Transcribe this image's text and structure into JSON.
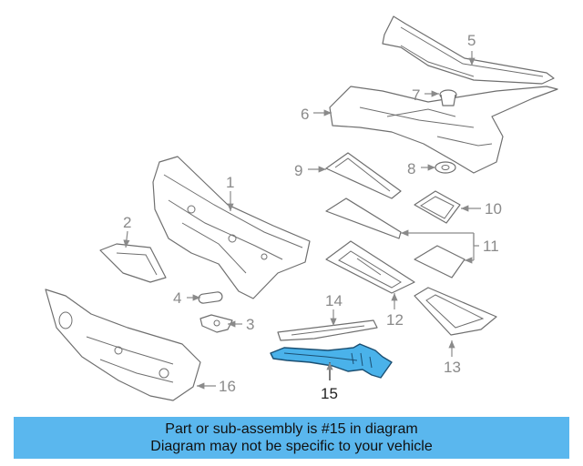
{
  "diagram": {
    "highlighted_part": "15",
    "callouts": [
      "1",
      "2",
      "3",
      "4",
      "5",
      "6",
      "7",
      "8",
      "9",
      "10",
      "11",
      "12",
      "13",
      "14",
      "15",
      "16"
    ]
  },
  "banner": {
    "line1": "Part or sub-assembly is #15 in diagram",
    "line2": "Diagram may not be specific to your vehicle"
  },
  "colors": {
    "highlight": "#4ab2ea",
    "banner": "#5ab7ee",
    "line": "#6f6f6f"
  }
}
